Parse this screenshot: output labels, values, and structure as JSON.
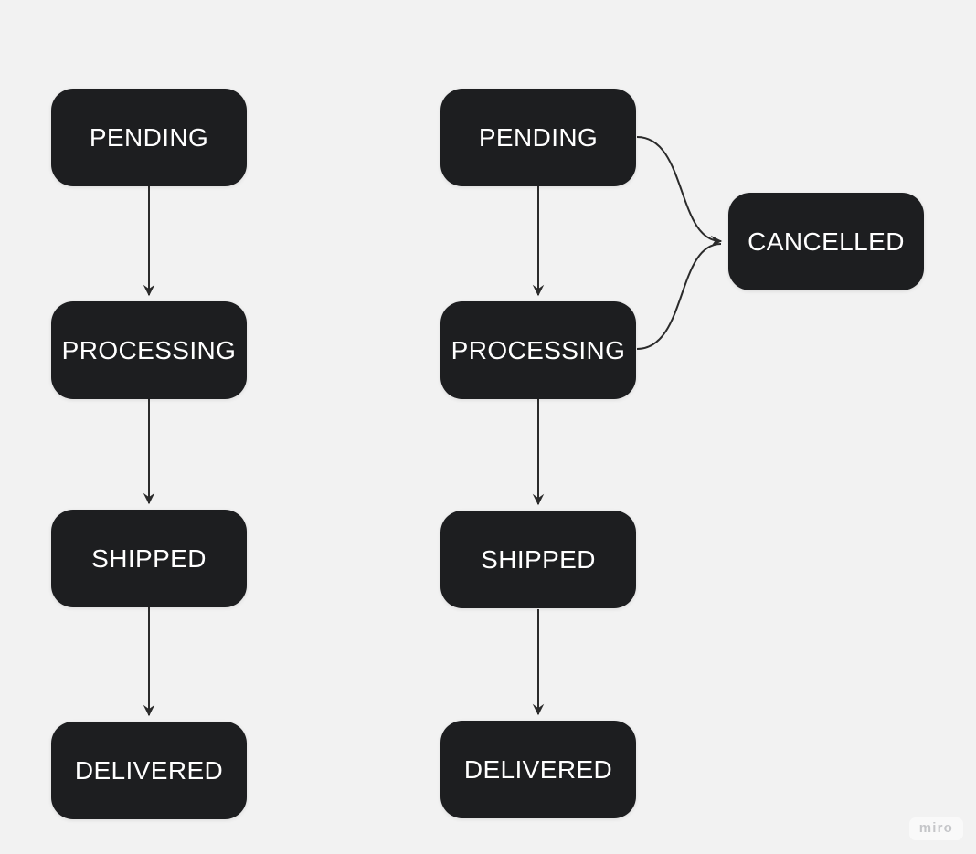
{
  "canvas": {
    "background_color": "#f2f2f2"
  },
  "palette": {
    "node_fill": "#1d1e20",
    "node_text_color": "#ffffff",
    "edge_color": "#2b2b2b"
  },
  "flows": {
    "left": {
      "nodes": [
        {
          "label": "PENDING"
        },
        {
          "label": "PROCESSING"
        },
        {
          "label": "SHIPPED"
        },
        {
          "label": "DELIVERED"
        }
      ]
    },
    "right": {
      "nodes": [
        {
          "label": "PENDING"
        },
        {
          "label": "PROCESSING"
        },
        {
          "label": "SHIPPED"
        },
        {
          "label": "DELIVERED"
        },
        {
          "label": "CANCELLED"
        }
      ]
    }
  },
  "edges": [
    {
      "flow": "left",
      "from": "PENDING",
      "to": "PROCESSING",
      "style": "straight"
    },
    {
      "flow": "left",
      "from": "PROCESSING",
      "to": "SHIPPED",
      "style": "straight"
    },
    {
      "flow": "left",
      "from": "SHIPPED",
      "to": "DELIVERED",
      "style": "straight"
    },
    {
      "flow": "right",
      "from": "PENDING",
      "to": "PROCESSING",
      "style": "straight"
    },
    {
      "flow": "right",
      "from": "PROCESSING",
      "to": "SHIPPED",
      "style": "straight"
    },
    {
      "flow": "right",
      "from": "SHIPPED",
      "to": "DELIVERED",
      "style": "straight"
    },
    {
      "flow": "right",
      "from": "PENDING",
      "to": "CANCELLED",
      "style": "curved"
    },
    {
      "flow": "right",
      "from": "PROCESSING",
      "to": "CANCELLED",
      "style": "curved"
    }
  ],
  "watermark": {
    "label": "miro"
  }
}
